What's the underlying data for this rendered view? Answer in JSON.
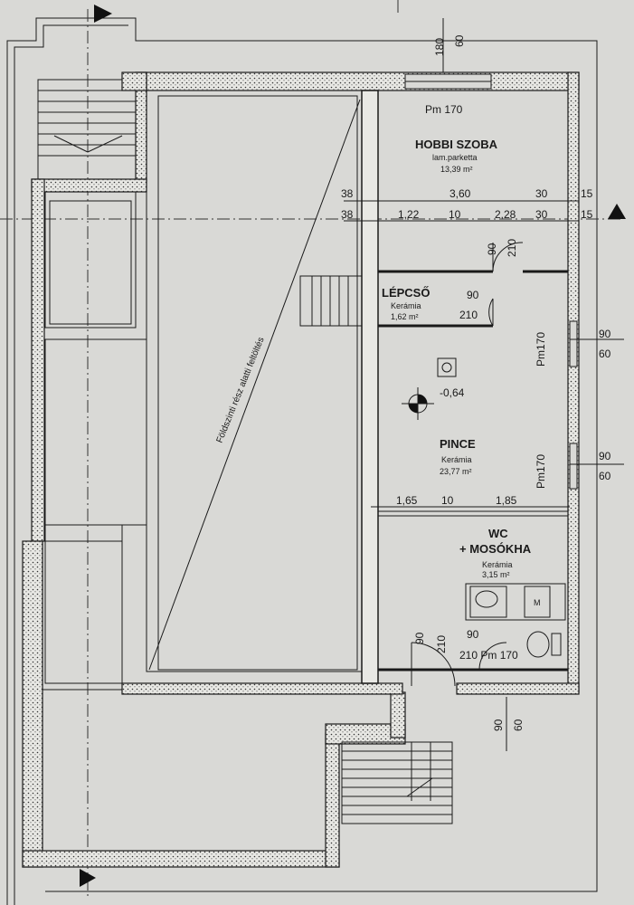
{
  "rooms": {
    "hobbi": {
      "name": "HOBBI SZOBA",
      "material": "lam.parketta",
      "area": "13,39 m²",
      "pm": "Pm 170"
    },
    "lepcso": {
      "name": "LÉPCSŐ",
      "material": "Kerámia",
      "area": "1,62 m²"
    },
    "pince": {
      "name": "PINCE",
      "material": "Kerámia",
      "area": "23,77 m²",
      "level": "-0,64"
    },
    "wc": {
      "name_line1": "WC",
      "name_line2": "+ MOSÓKHA",
      "material": "Kerámia",
      "area": "3,15 m²",
      "pm": "210 Pm 170"
    }
  },
  "fill_note": "Földszinti rész alatti feltöltés",
  "dimensions": {
    "top_180": "180",
    "top_60": "60",
    "row1": [
      "38",
      "3,60",
      "30",
      "15"
    ],
    "row2": [
      "38",
      "1,22",
      "10",
      "2,28",
      "30",
      "15"
    ],
    "door_90": "90",
    "door_210": "210",
    "lepcso_90": "90",
    "lepcso_210": "210",
    "right_pm1": "Pm170",
    "right_pm2": "Pm170",
    "right_90a": "90",
    "right_60a": "60",
    "right_90b": "90",
    "right_60b": "60",
    "pince_row": [
      "1,65",
      "10",
      "1,85"
    ],
    "wc_door_90": "90",
    "wc_door_210": "210",
    "wc_90": "90",
    "bottom_90": "90",
    "bottom_60": "60"
  },
  "symbols": {
    "wc_mark": "M"
  },
  "colors": {
    "paper": "#d9d9d6",
    "ink": "#1a1a1a"
  }
}
